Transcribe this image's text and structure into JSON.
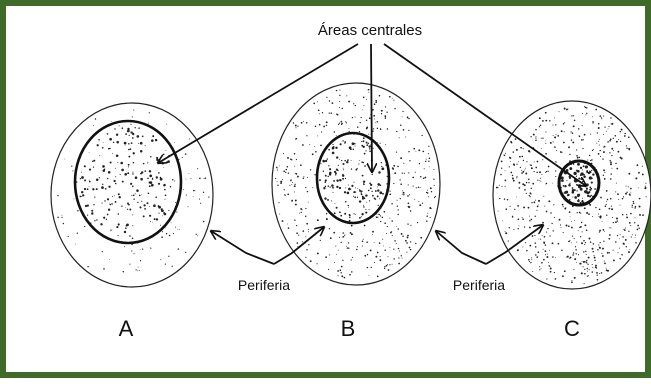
{
  "labels": {
    "central_areas": "Áreas centrales",
    "periphery_1": "Periferia",
    "periphery_2": "Periferia"
  },
  "figures": [
    {
      "id": "A",
      "letter": "A"
    },
    {
      "id": "B",
      "letter": "B"
    },
    {
      "id": "C",
      "letter": "C"
    }
  ],
  "colors": {
    "frame": "#3f6a28",
    "ink": "#111111"
  }
}
